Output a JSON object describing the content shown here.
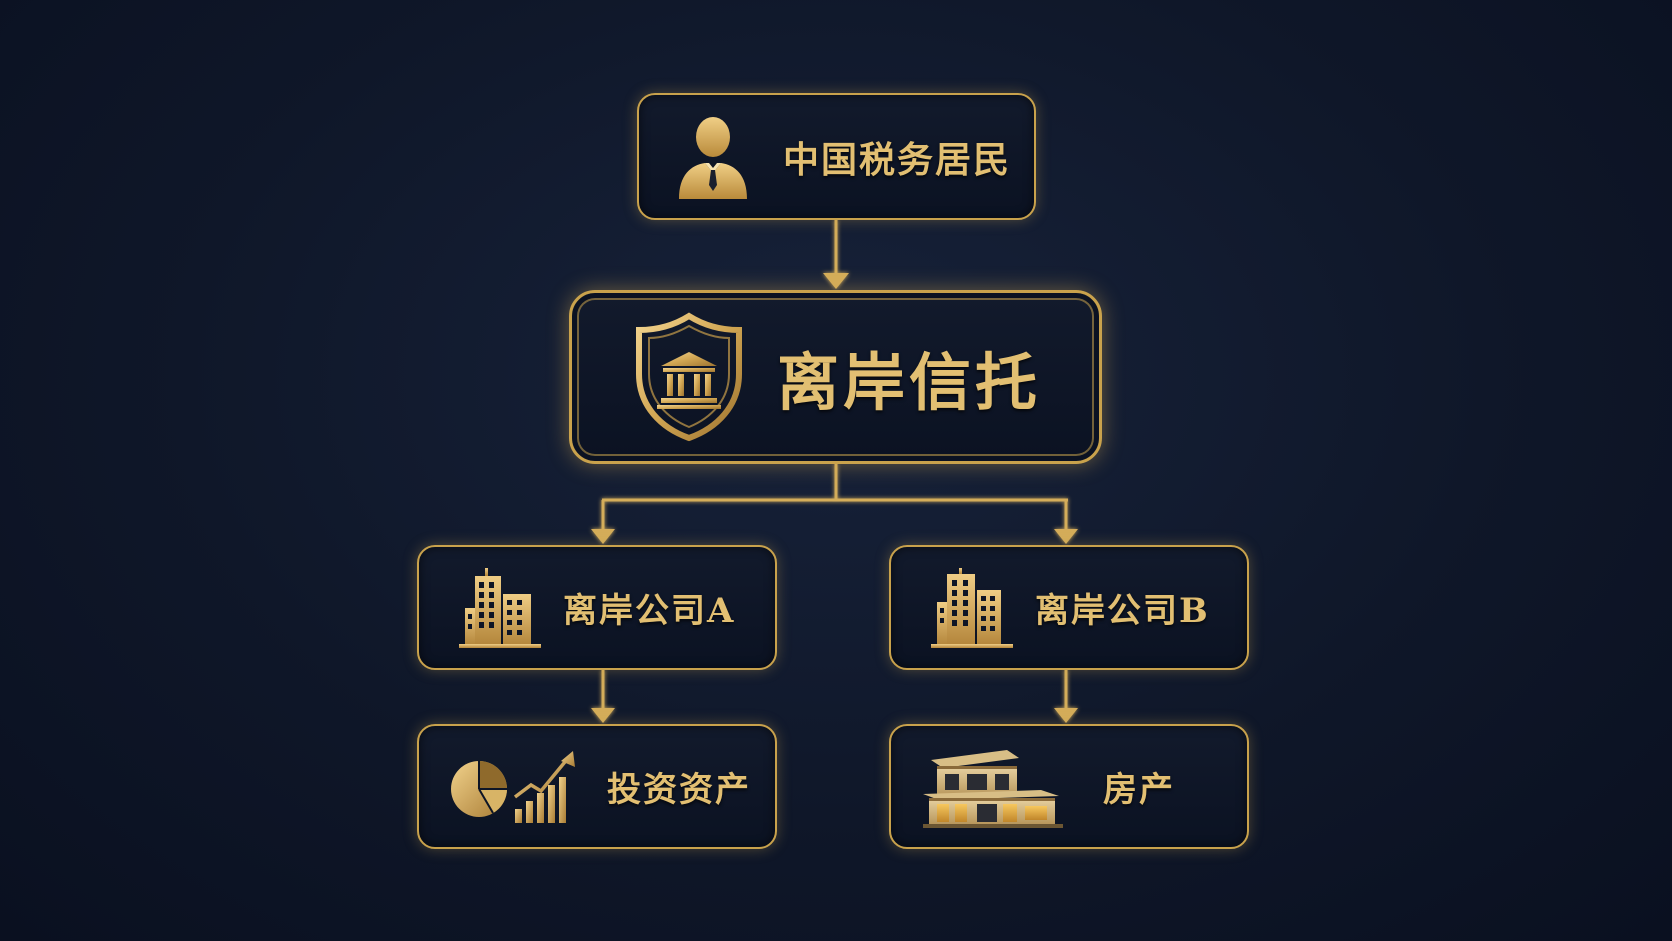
{
  "diagram": {
    "nodes": {
      "resident": {
        "label": "中国税务居民",
        "icon": "businessman-icon"
      },
      "trust": {
        "label": "离岸信托",
        "icon": "shield-bank-icon"
      },
      "company_a": {
        "label": "离岸公司A",
        "icon": "office-building-icon"
      },
      "company_b": {
        "label": "离岸公司B",
        "icon": "office-building-icon"
      },
      "investment": {
        "label": "投资资产",
        "icon": "pie-chart-growth-icon"
      },
      "property": {
        "label": "房产",
        "icon": "house-icon"
      }
    },
    "edges": [
      {
        "from": "resident",
        "to": "trust"
      },
      {
        "from": "trust",
        "to": "company_a"
      },
      {
        "from": "trust",
        "to": "company_b"
      },
      {
        "from": "company_a",
        "to": "investment"
      },
      {
        "from": "company_b",
        "to": "property"
      }
    ]
  },
  "colors": {
    "background": "#0f1729",
    "gold": "#c9a24c",
    "gold_text": "#e2bf72"
  }
}
